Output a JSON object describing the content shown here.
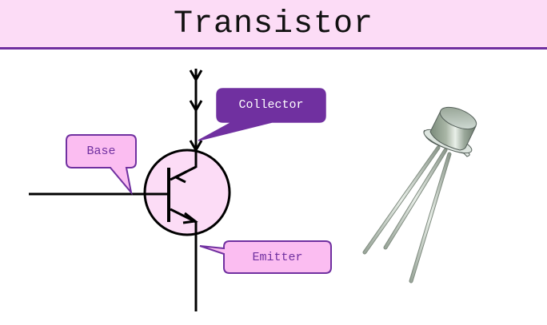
{
  "header": {
    "title": "Transistor"
  },
  "callouts": {
    "collector": "Collector",
    "base": "Base",
    "emitter": "Emitter"
  },
  "colors": {
    "header_bg": "#fcdcf6",
    "accent": "#7030a0",
    "callout_light": "#fbbdf1",
    "symbol_fill": "#fcdcf6"
  },
  "illustration": {
    "subject": "TO-18 metal-can transistor with three leads"
  }
}
